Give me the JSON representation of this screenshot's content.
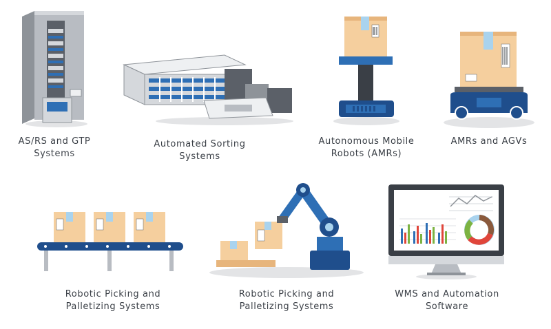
{
  "items": [
    {
      "key": "asrs",
      "lines": [
        "AS/RS and GTP",
        "Systems"
      ]
    },
    {
      "key": "sorting",
      "lines": [
        "Automated Sorting",
        "Systems"
      ]
    },
    {
      "key": "amr",
      "lines": [
        "Autonomous Mobile",
        "Robots (AMRs)"
      ]
    },
    {
      "key": "agv",
      "lines": [
        "AMRs and AGVs"
      ]
    },
    {
      "key": "conveyor",
      "lines": [
        "Robotic Picking and",
        "Palletizing Systems"
      ]
    },
    {
      "key": "robot-arm",
      "lines": [
        "Robotic Picking and",
        "Palletizing Systems"
      ]
    },
    {
      "key": "wms",
      "lines": [
        "WMS and Automation",
        "Software"
      ]
    }
  ],
  "colors": {
    "blue": "#2e6fb5",
    "darkBlue": "#1f4e8c",
    "box": "#f5cf9e",
    "boxDark": "#e7b57c",
    "tape": "#a9d3ee",
    "gray": "#b8bcc2",
    "darkGray": "#5b6068",
    "shadow": "#e3e4e6",
    "text": "#3a3f46"
  }
}
